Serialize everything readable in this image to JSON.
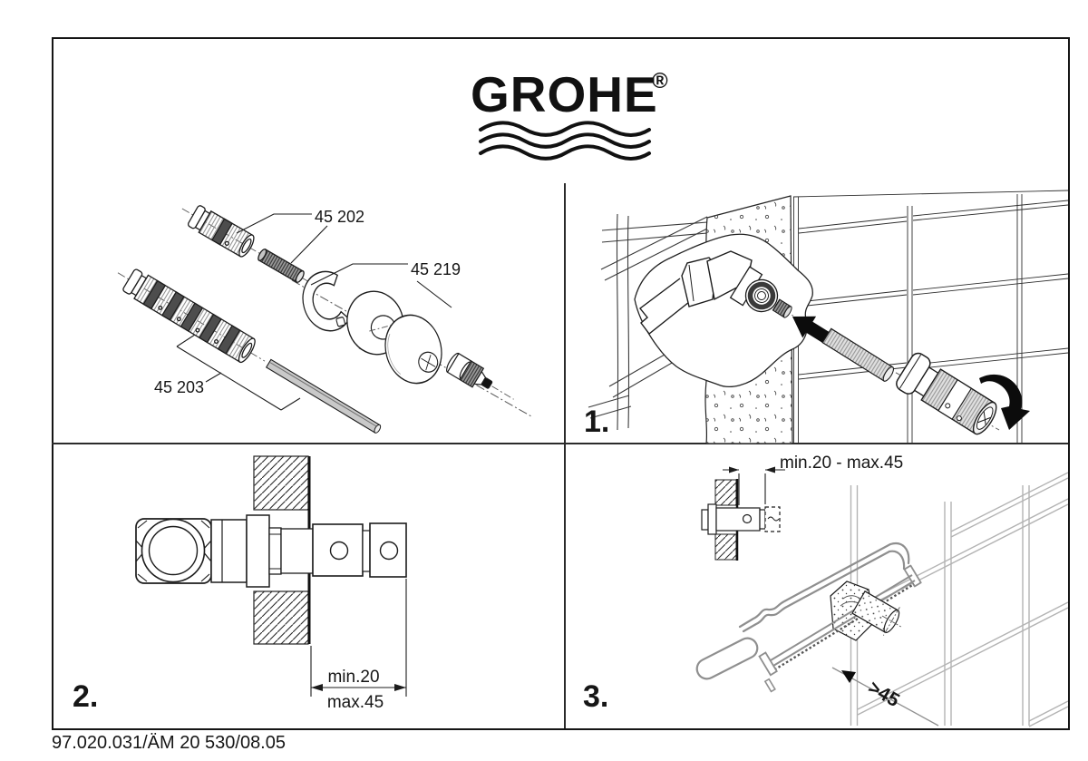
{
  "logo": {
    "brand": "GROHE",
    "registered_mark": "®"
  },
  "part_labels": {
    "extension_short": "45 202",
    "escutcheon_set": "45 219",
    "extension_long": "45 203"
  },
  "steps": {
    "step1": "1.",
    "step2": "2.",
    "step3": "3."
  },
  "dimensions": {
    "depth_min": "min.20",
    "depth_max": "max.45",
    "depth_range": "min.20 - max.45",
    "cut_length": ">45"
  },
  "footer": {
    "document_code": "97.020.031/ÄM 20 530/08.05"
  },
  "colors": {
    "line": "#1c1c1c",
    "tile_line": "#b3b3b3",
    "saw_line": "#8f8f8f",
    "background": "#ffffff",
    "page_border": "#151515"
  }
}
